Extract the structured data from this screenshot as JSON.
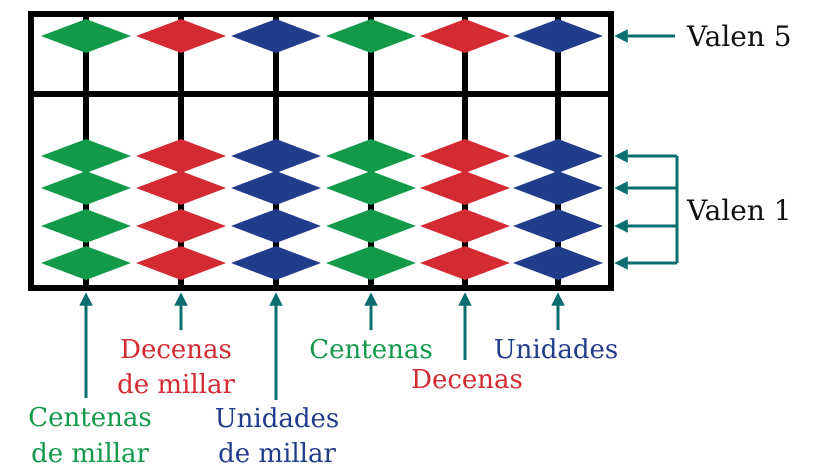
{
  "colors": {
    "green": "#129a4a",
    "red": "#d42a32",
    "blue": "#223c8c",
    "arrow": "#0a6e6e",
    "frame": "#000000"
  },
  "abacus": {
    "columns": [
      "green",
      "red",
      "blue",
      "green",
      "red",
      "blue"
    ],
    "upper_beads_per_column": 1,
    "lower_beads_per_column": 4
  },
  "side_labels": {
    "upper": "Valen 5",
    "lower": "Valen 1"
  },
  "column_labels": {
    "c1_line1": "Centenas",
    "c1_line2": "de millar",
    "c2_line1": "Decenas",
    "c2_line2": "de millar",
    "c3_line1": "Unidades",
    "c3_line2": "de millar",
    "c4_line1": "Centenas",
    "c5_line1": "Decenas",
    "c6_line1": "Unidades"
  }
}
